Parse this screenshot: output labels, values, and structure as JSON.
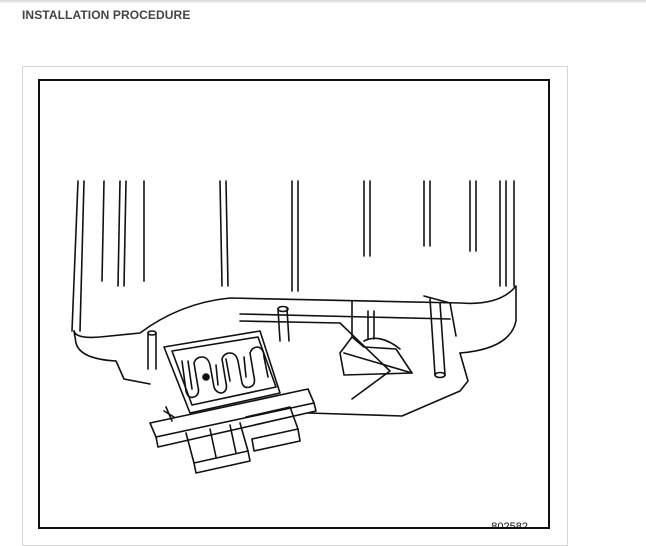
{
  "page": {
    "heading": "INSTALLATION PROCEDURE"
  },
  "figure": {
    "code": "802582",
    "icon": "blower-motor-resistor-illustration"
  }
}
